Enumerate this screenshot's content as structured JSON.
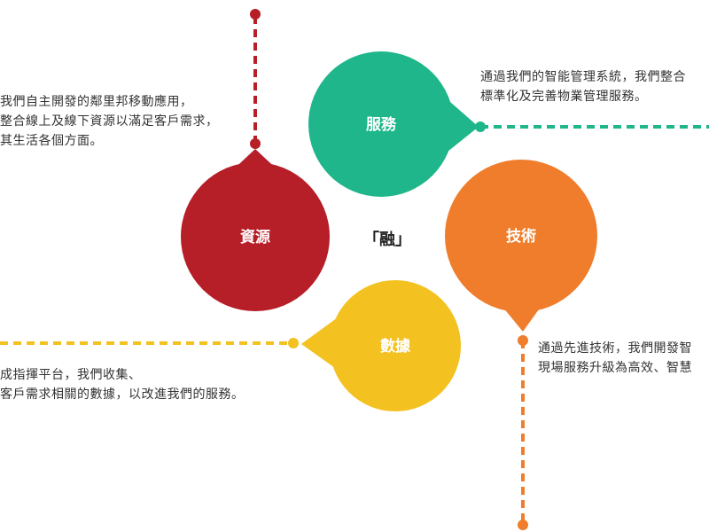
{
  "center_label": "「融」",
  "nodes": {
    "service": {
      "label": "服務",
      "color": "#1EB68A"
    },
    "resources": {
      "label": "資源",
      "color": "#B61E28"
    },
    "technology": {
      "label": "技術",
      "color": "#EF7D2C"
    },
    "data": {
      "label": "數據",
      "color": "#F3C220"
    }
  },
  "descriptions": {
    "resources": [
      "我們自主開發的鄰里邦移動應用，",
      "整合線上及線下資源以滿足客戶需求，",
      "其生活各個方面。"
    ],
    "service": [
      "通過我們的智能管理系統，我們整合",
      "標準化及完善物業管理服務。"
    ],
    "technology": [
      "通過先進技術，我們開發智",
      "現場服務升級為高效、智慧"
    ],
    "data": [
      "成指揮平台，我們收集、",
      "客戶需求相關的數據，以改進我們的服務。"
    ]
  }
}
